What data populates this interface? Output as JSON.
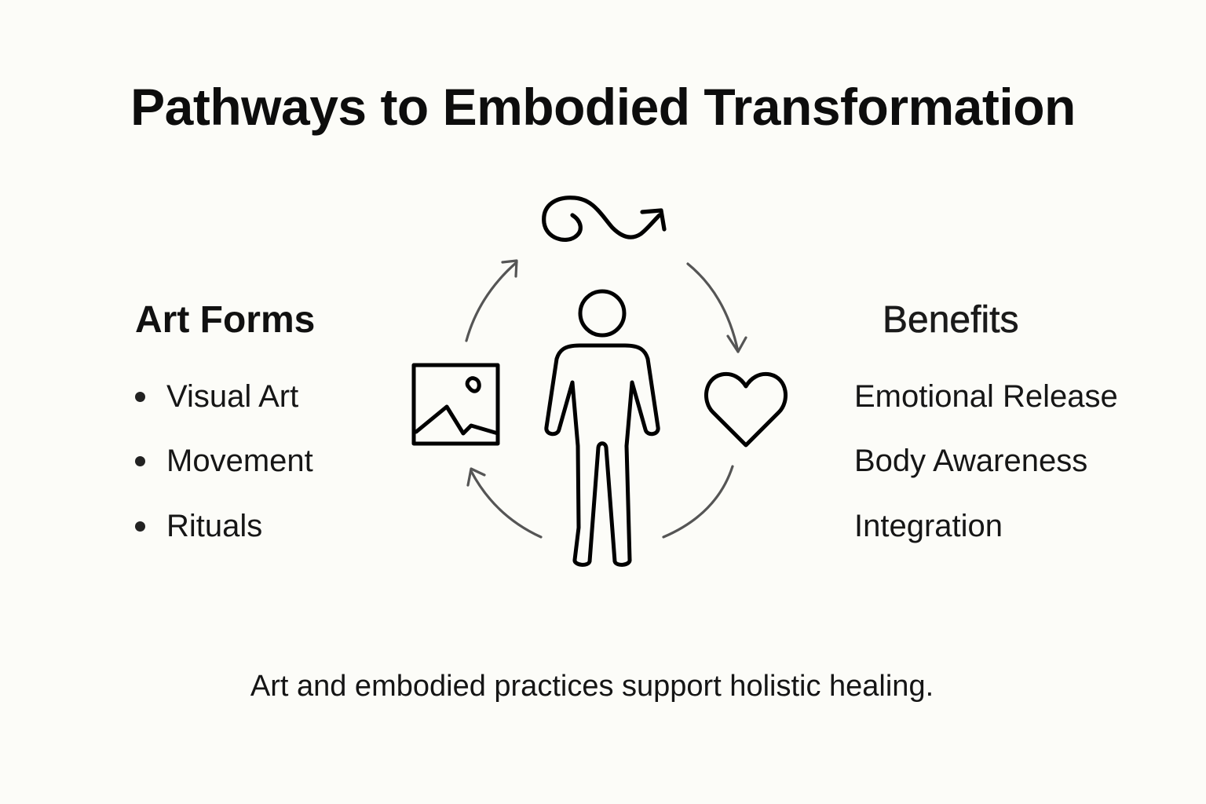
{
  "title": "Pathways to Embodied Transformation",
  "art_forms": {
    "heading": "Art Forms",
    "items": [
      {
        "label": "Visual Art"
      },
      {
        "label": "Movement"
      },
      {
        "label": "Rituals"
      }
    ]
  },
  "benefits": {
    "heading": "Benefits",
    "items": [
      {
        "label": "Emotional Release"
      },
      {
        "label": "Body Awareness"
      },
      {
        "label": "Integration"
      }
    ]
  },
  "diagram": {
    "center": "person-icon",
    "nodes": [
      {
        "position": "top",
        "icon": "swirl-arrow-icon"
      },
      {
        "position": "left",
        "icon": "image-icon"
      },
      {
        "position": "right",
        "icon": "heart-icon"
      }
    ],
    "cycle_arrows": [
      "left-to-top",
      "top-to-right",
      "bottom-left-to-left"
    ],
    "colors": {
      "icon_stroke": "#000000",
      "arrow_stroke": "#555555",
      "background": "#fcfcf8"
    }
  },
  "caption": "Art and embodied practices support holistic healing."
}
